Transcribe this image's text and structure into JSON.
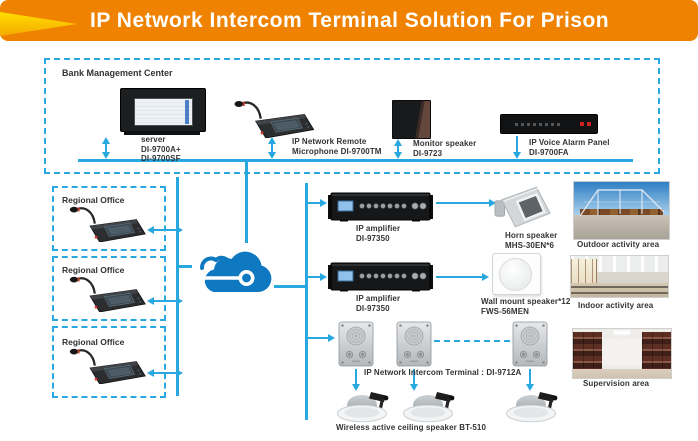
{
  "banner": {
    "title": "IP Network Intercom Terminal Solution For Prison"
  },
  "management": {
    "title": "Bank Management Center",
    "server": {
      "line1": "server",
      "line2": "DI-9700A+",
      "line3": "DI-9700SF"
    },
    "remote_mic": {
      "line1": "IP Network Remote",
      "line2": "Microphone DI-9700TM"
    },
    "monitor_speaker": {
      "line1": "Monitor speaker",
      "line2": "DI-9723"
    },
    "alarm_panel": {
      "line1": "IP Voice Alarm Panel",
      "line2": "DI-9700FA"
    }
  },
  "regional": {
    "label": "Regional Office"
  },
  "amplifier": {
    "line1": "IP amplifier",
    "line2": "DI-97350"
  },
  "horn_speaker": {
    "line1": "Horn speaker",
    "line2": "MHS-30EN*6"
  },
  "wall_speaker": {
    "line1": "Wall mount speaker*12",
    "line2": "FWS-56MEN"
  },
  "intercom": {
    "label": "IP Network Intercom Terminal : DI-9712A"
  },
  "ceiling_speaker": {
    "label": "Wireless active ceiling speaker BT-510"
  },
  "areas": {
    "outdoor": "Outdoor activity area",
    "indoor": "Indoor activity area",
    "supervision": "Supervision area"
  },
  "icons": {
    "cloud": "network-cloud-icon",
    "banner_arrow": "banner-arrow-icon"
  },
  "colors": {
    "banner_orange": "#ef8200",
    "arrow_yellow": "#ffcc00",
    "line_blue": "#29a8e0",
    "cloud_blue": "#0e79c0",
    "label_text": "#333333"
  }
}
